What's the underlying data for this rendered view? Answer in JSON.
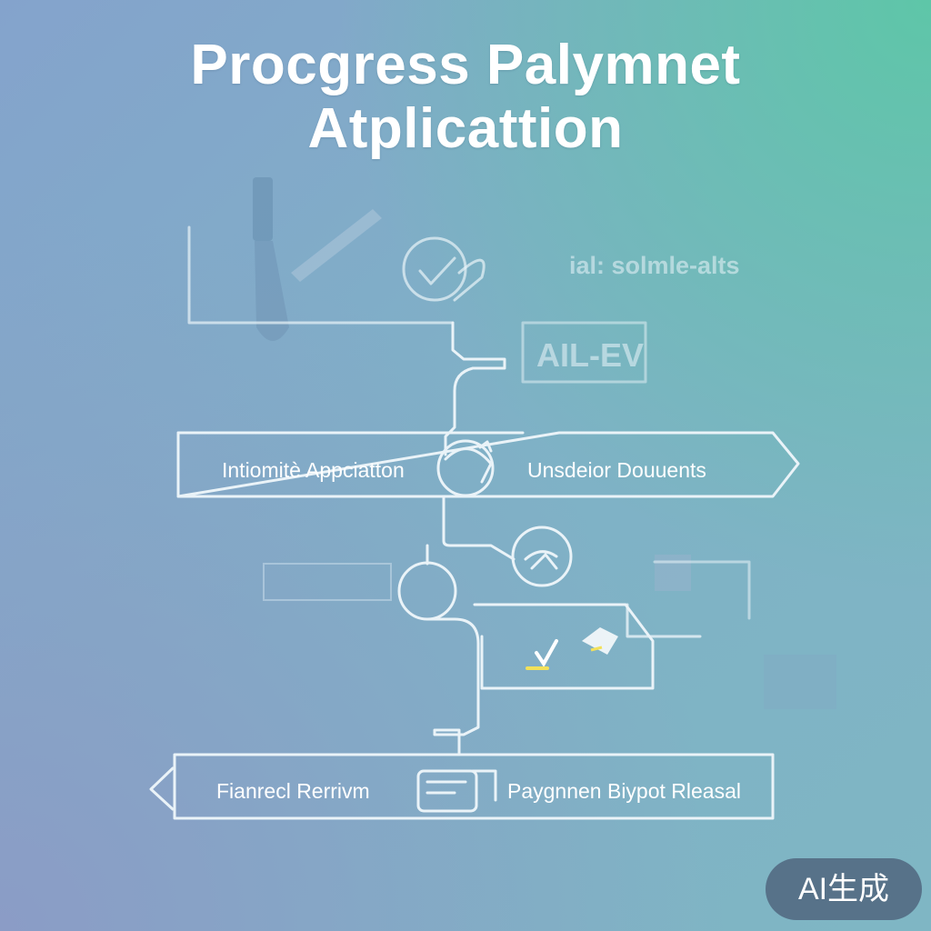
{
  "title": {
    "line1": "Procgress Palymnet",
    "line2": "Atplicattion"
  },
  "ghost_labels": {
    "upper_right": "ial: solmle-alts",
    "middle_right": "AIL-EV"
  },
  "steps": [
    {
      "label": "Intiomitè Appciatton"
    },
    {
      "label": "Unsdeior Douuents"
    },
    {
      "label": "Fianrecl Rerrivm"
    },
    {
      "label": "Paygnnen Biypot Rleasal"
    }
  ],
  "watermark": "AI生成",
  "colors": {
    "line": "#ffffff",
    "accent_yellow": "#f2e15a"
  },
  "icons": [
    "pen-icon",
    "check-circle-icon",
    "flow-node-icon",
    "document-icon",
    "card-icon"
  ]
}
